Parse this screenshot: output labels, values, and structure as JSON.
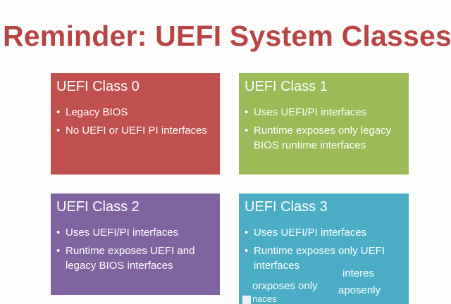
{
  "slide": {
    "title": "Reminder: UEFI System Classes",
    "colors": {
      "title": "#b84545",
      "class0": "#c0504d",
      "class1": "#9bbb59",
      "class2": "#8064a2",
      "class3": "#4bacc6"
    },
    "classes": [
      {
        "title": "UEFI Class 0",
        "bullets": [
          "Legacy BIOS",
          "No UEFI or UEFI PI interfaces"
        ]
      },
      {
        "title": "UEFI Class 1",
        "bullets": [
          "Uses UEFI/PI interfaces",
          "Runtime exposes only legacy BIOS runtime interfaces"
        ]
      },
      {
        "title": "UEFI Class 2",
        "bullets": [
          "Uses UEFI/PI interfaces",
          "Runtime exposes UEFI and legacy BIOS interfaces"
        ]
      },
      {
        "title": "UEFI Class 3",
        "bullets": [
          "Uses UEFI/PI interfaces",
          "Runtime exposes only UEFI interfaces"
        ]
      }
    ],
    "artifacts": [
      "interes",
      "orxposes only",
      "aposenly",
      "naces"
    ]
  }
}
